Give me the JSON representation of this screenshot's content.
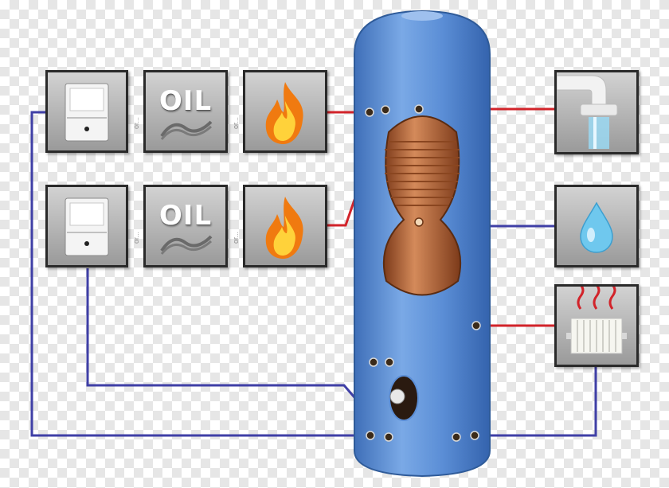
{
  "diagram": {
    "heat_sources": [
      {
        "row": "top",
        "boiler": "boiler-icon",
        "oil_label": "OIL",
        "or_1": "or...",
        "or_2": "or...",
        "flame": "flame-icon"
      },
      {
        "row": "bottom",
        "boiler": "boiler-icon",
        "oil_label": "OIL",
        "or_1": "or...",
        "or_2": "or...",
        "flame": "flame-icon"
      }
    ],
    "outputs": [
      {
        "name": "hot-water-tap",
        "icon": "tap-icon"
      },
      {
        "name": "cold-water-inlet",
        "icon": "water-drop-icon"
      },
      {
        "name": "radiator",
        "icon": "radiator-icon"
      }
    ],
    "colors": {
      "flow_pipe": "#d2232a",
      "return_pipe": "#3f3fa6",
      "cylinder": "#5b8ed6",
      "coil": "#c0703e",
      "panel_border": "#2a2a2a"
    }
  }
}
